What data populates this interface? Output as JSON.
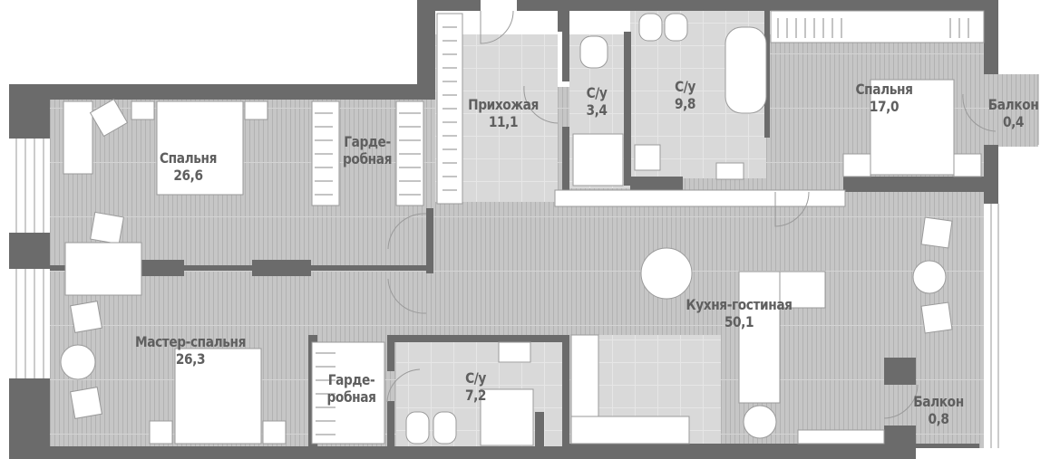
{
  "plan": {
    "colors": {
      "wall": "#6b6b6b",
      "floor_wood": "#c4c4c4",
      "floor_tile": "#d8d8d8",
      "furniture": "#ffffff",
      "label": "#5f5f5f"
    },
    "rooms": [
      {
        "id": "bedroom1",
        "name": "Спальня",
        "area": "26,6"
      },
      {
        "id": "wardrobe1",
        "name": "Гарде-\nробная",
        "name_line1": "Гарде-",
        "name_line2": "робная",
        "area": ""
      },
      {
        "id": "hallway",
        "name": "Прихожая",
        "area": "11,1"
      },
      {
        "id": "wc1",
        "name": "С/у",
        "area": "3,4"
      },
      {
        "id": "wc2",
        "name": "С/у",
        "area": "9,8"
      },
      {
        "id": "bedroom2",
        "name": "Спальня",
        "area": "17,0"
      },
      {
        "id": "balcony1",
        "name": "Балкон",
        "area": "0,4"
      },
      {
        "id": "master",
        "name": "Мастер-спальня",
        "area": "26,3"
      },
      {
        "id": "wardrobe2",
        "name_line1": "Гарде-",
        "name_line2": "робная",
        "area": ""
      },
      {
        "id": "wc3",
        "name": "С/у",
        "area": "7,2"
      },
      {
        "id": "living",
        "name": "Кухня-гостиная",
        "area": "50,1"
      },
      {
        "id": "balcony2",
        "name": "Балкон",
        "area": "0,8"
      }
    ]
  }
}
